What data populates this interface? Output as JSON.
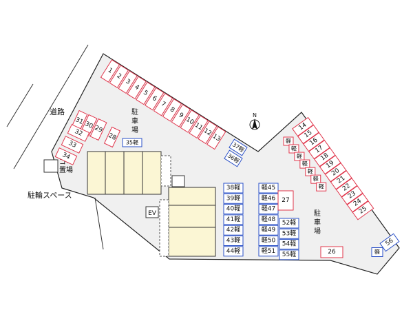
{
  "labels": {
    "road": "道路",
    "bike_space": "駐輪スペース",
    "garbage": "ゴミ置場",
    "ev": "EV",
    "parking_left": "駐車場",
    "parking_right": "駐車場",
    "north": "N"
  },
  "spots": {
    "top_row": [
      "1",
      "2",
      "3",
      "4",
      "5",
      "6",
      "7",
      "8",
      "9",
      "10",
      "11",
      "12",
      "13"
    ],
    "top_blue": [
      "37軽",
      "36軽"
    ],
    "left_upper": [
      "31",
      "30",
      "29"
    ],
    "left_lower": [
      "32",
      "33",
      "34"
    ],
    "spot_28": "28",
    "spot_35": "35軽",
    "right_kei": [
      "軽",
      "軽",
      "軽",
      "軽",
      "軽",
      "軽",
      "軽"
    ],
    "right_numbered": [
      "14",
      "15",
      "16",
      "17",
      "18",
      "19",
      "20",
      "21",
      "22",
      "23",
      "24",
      "25"
    ],
    "right_blue": [
      "56",
      "軽"
    ],
    "center_col1": [
      "38軽",
      "39軽",
      "40軽",
      "41軽",
      "42軽",
      "43軽",
      "44軽"
    ],
    "center_col2": [
      "軽45",
      "軽46",
      "軽47",
      "軽48",
      "軽49",
      "軽50",
      "軽51"
    ],
    "center_col3": [
      "52軽",
      "53軽",
      "54軽",
      "55軽"
    ],
    "spot_27": "27",
    "spot_26": "26"
  },
  "colors": {
    "regular_spot": "#e0344a",
    "kei_spot": "#2a50c8",
    "lot": "#f0f0f0",
    "building": "#fbf6d4"
  }
}
